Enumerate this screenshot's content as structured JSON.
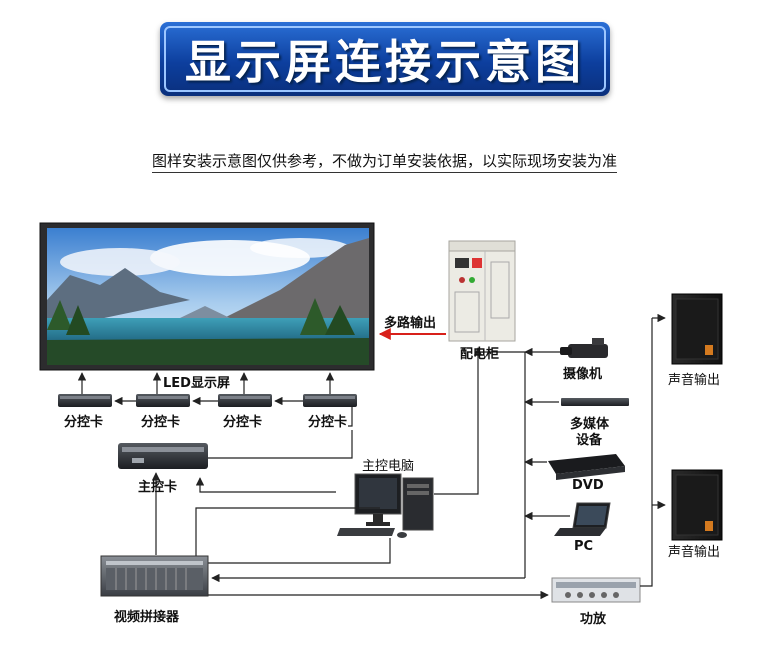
{
  "header": {
    "title": "显示屏连接示意图",
    "subtitle": "图样安装示意图仅供参考，不做为订单安装依据，以实际现场安装为准"
  },
  "labels": {
    "led_screen": "LED显示屏",
    "multi_output": "多路输出",
    "distribution_cabinet": "配电柜",
    "sub_card_1": "分控卡",
    "sub_card_2": "分控卡",
    "sub_card_3": "分控卡",
    "sub_card_4": "分控卡",
    "main_card": "主控卡",
    "main_computer": "主控电脑",
    "camera": "摄像机",
    "multimedia_line1": "多媒体",
    "multimedia_line2": "设备",
    "dvd": "DVD",
    "pc": "PC",
    "speaker_1": "声音输出",
    "speaker_2": "声音输出",
    "video_splicer": "视频拼接器",
    "amplifier": "功放"
  },
  "colors": {
    "banner": "#0d3f9e",
    "power_arrow": "#d8201a",
    "line": "#222222"
  }
}
